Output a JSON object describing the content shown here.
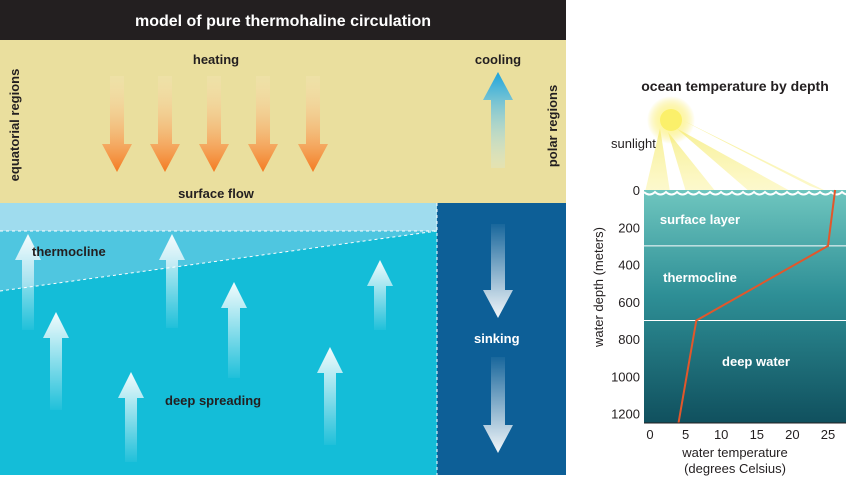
{
  "left_diagram": {
    "title": "model of pure thermohaline circulation",
    "heating_label": "heating",
    "cooling_label": "cooling",
    "equatorial_label": "equatorial regions",
    "polar_label": "polar regions",
    "surface_flow_label": "surface flow",
    "thermocline_label": "thermocline",
    "deep_spreading_label": "deep spreading",
    "sinking_label": "sinking",
    "colors": {
      "title_bar": "#231f20",
      "atmosphere": "#eadf9e",
      "surface_water": "#9fdcee",
      "thermocline_water": "#4fc6e0",
      "deep_water": "#14bdd8",
      "sinking_column": "#0d5f97",
      "heating_arrow": "#f47a20",
      "cooling_arrow": "#1aa3dc"
    }
  },
  "right_chart": {
    "title": "ocean temperature by depth",
    "sunlight_label": "sunlight",
    "layer_labels": {
      "surface": "surface layer",
      "thermocline": "thermocline",
      "deep": "deep water"
    },
    "ylabel": "water depth (meters)",
    "xlabel_line1": "water temperature",
    "xlabel_line2": "(degrees Celsius)",
    "y_ticks": [
      "0",
      "200",
      "400",
      "600",
      "800",
      "1000",
      "1200"
    ],
    "x_ticks": [
      "0",
      "5",
      "10",
      "15",
      "20",
      "25"
    ],
    "line_color": "#e2572b"
  },
  "chart_data": {
    "type": "line",
    "title": "ocean temperature by depth",
    "xlabel": "water temperature (degrees Celsius)",
    "ylabel": "water depth (meters)",
    "xlim": [
      0,
      27
    ],
    "ylim": [
      0,
      1250
    ],
    "y_inverted": true,
    "grid": false,
    "layer_boundaries_m": [
      300,
      700
    ],
    "series": [
      {
        "x": [
          26,
          25,
          6.5,
          4
        ],
        "y": [
          0,
          300,
          700,
          1250
        ]
      }
    ]
  }
}
